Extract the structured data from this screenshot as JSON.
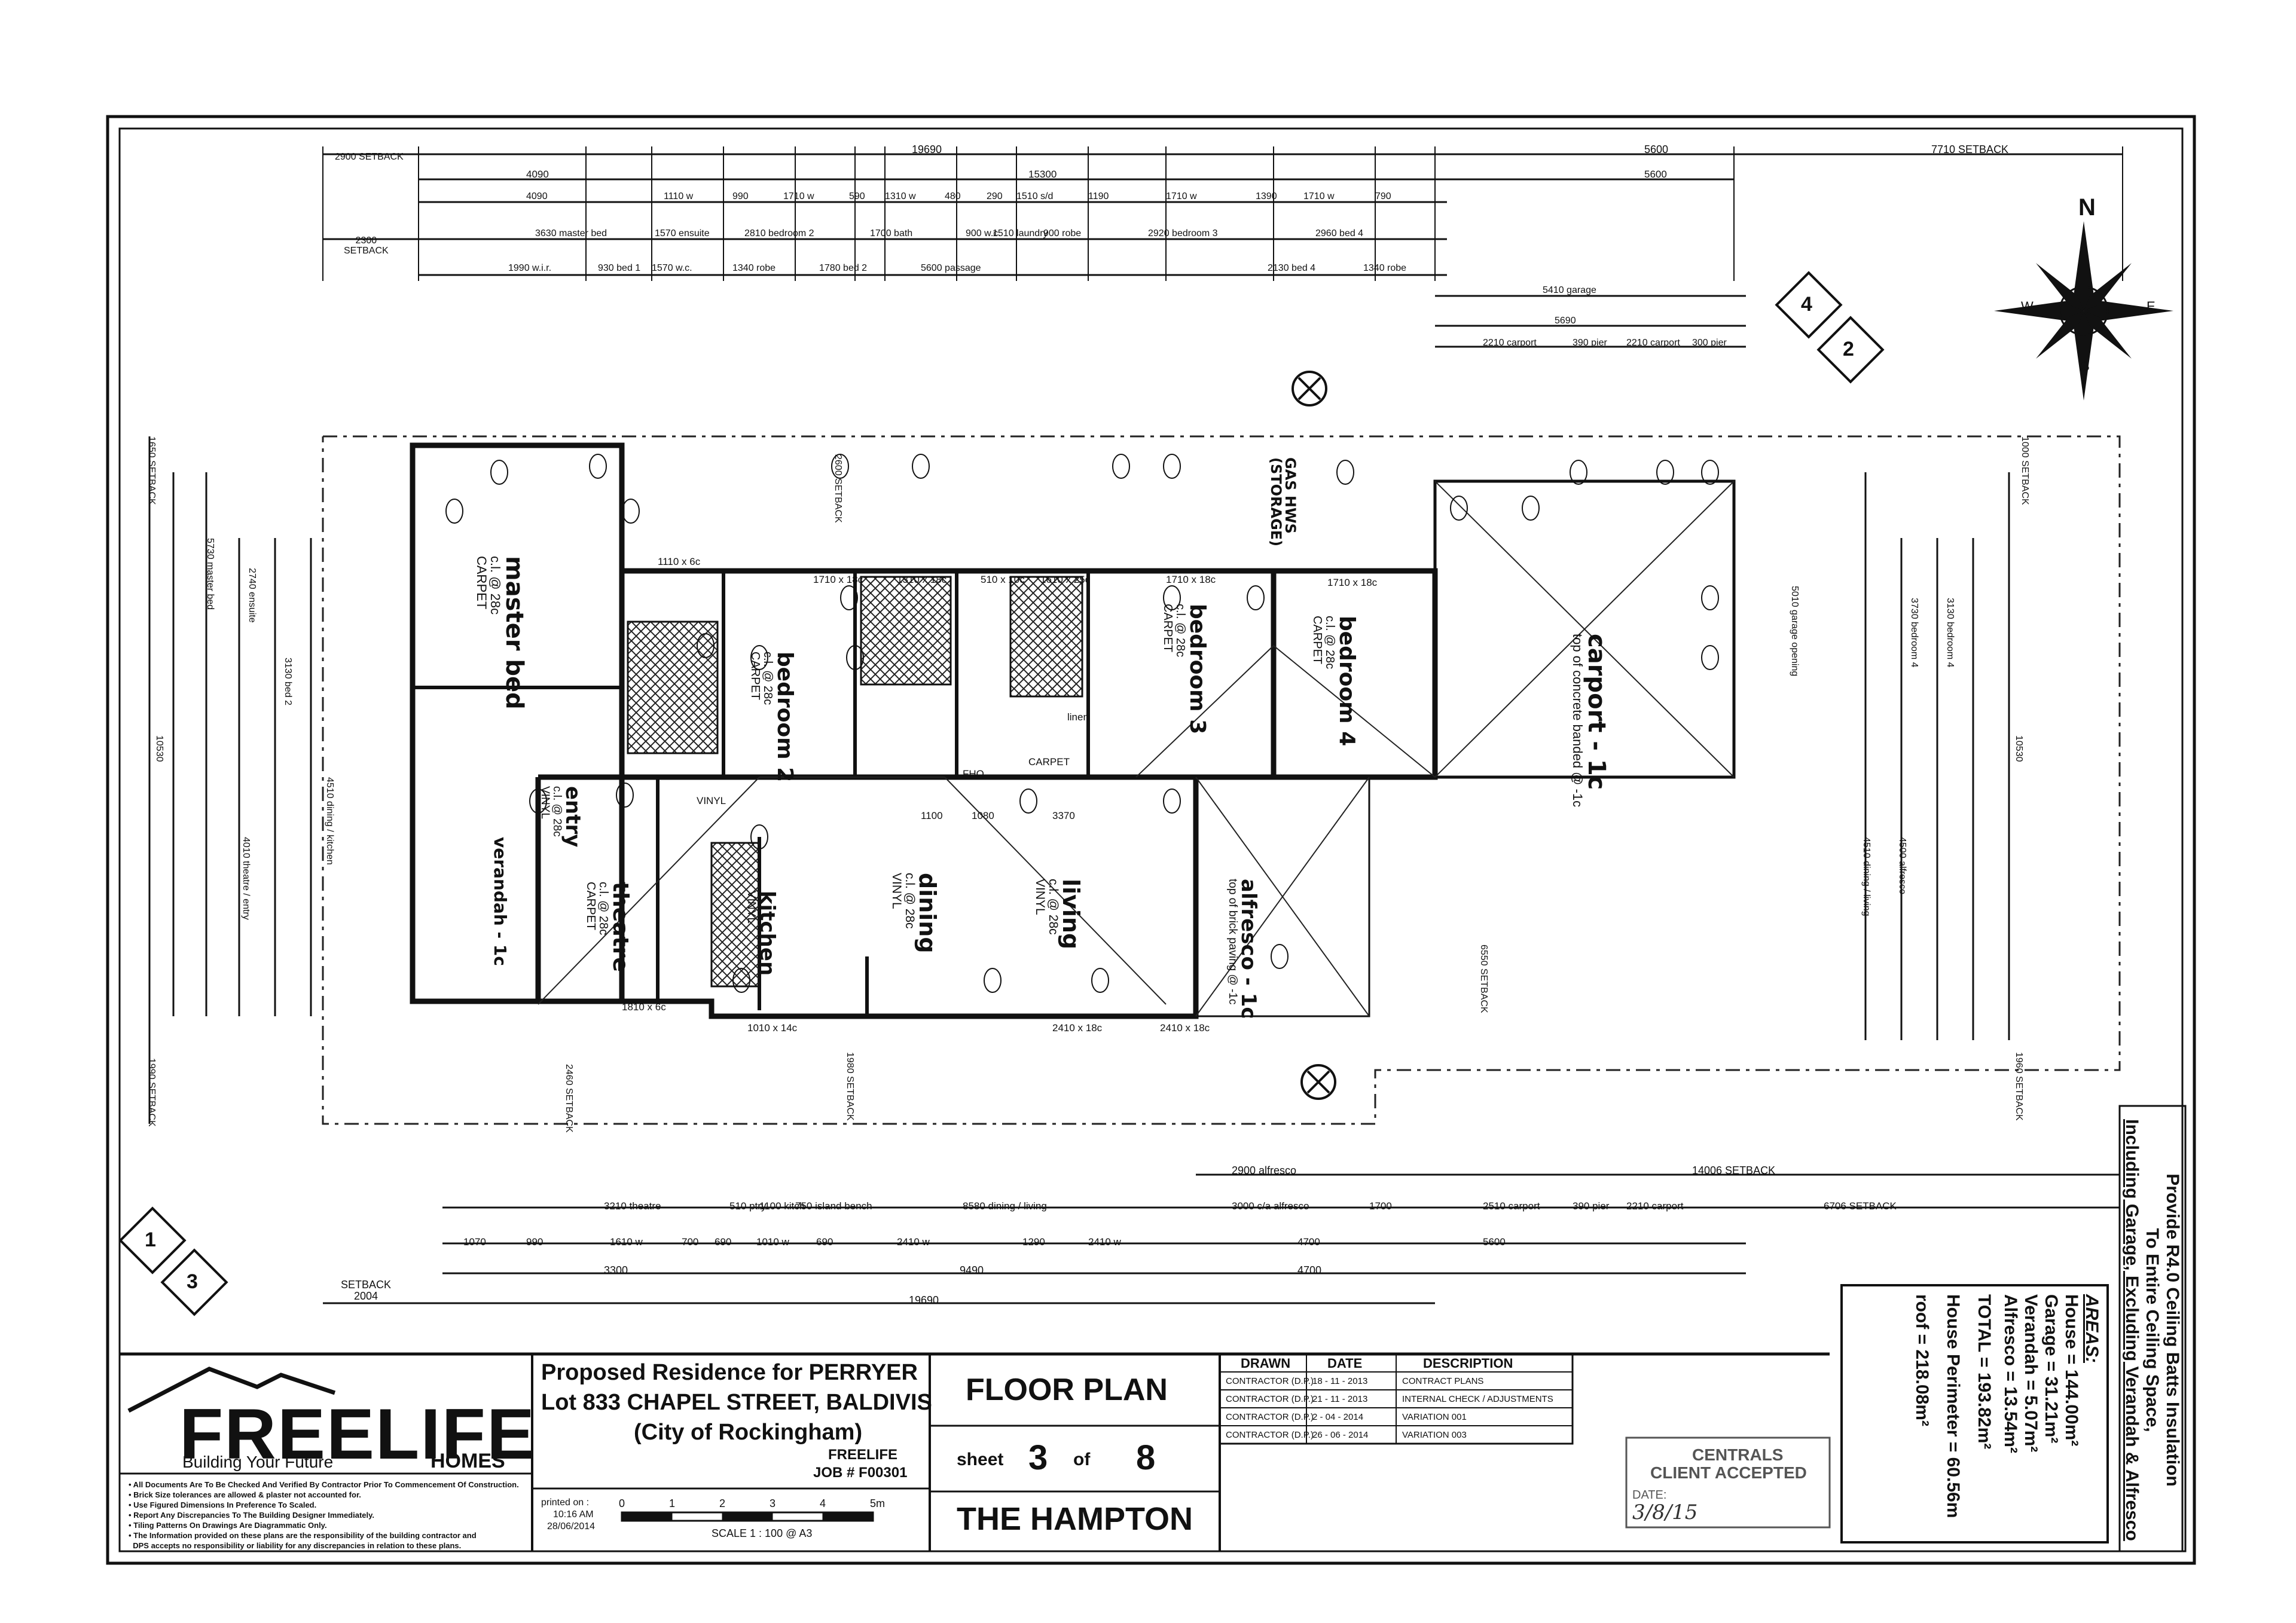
{
  "project": {
    "title_line1": "Proposed Residence for PERRYER",
    "title_line2": "Lot 833 CHAPEL STREET, BALDIVIS",
    "title_line3": "(City of Rockingham)",
    "freelife": "FREELIFE",
    "job": "JOB # F00301"
  },
  "brand": {
    "name": "FREELIFE",
    "tagline": "Building Your Future",
    "homes": "HOMES",
    "color": "#111111"
  },
  "sheet": {
    "name": "FLOOR PLAN",
    "sheet_word": "sheet",
    "number": "3",
    "of_word": "of",
    "total": "8",
    "design": "THE HAMPTON",
    "scale": "SCALE 1 : 100 @ A3",
    "scale_ticks": [
      "0",
      "1",
      "2",
      "3",
      "4",
      "5m"
    ],
    "printed_label": "printed on :",
    "printed_time": "10:16 AM",
    "printed_date": "28/06/2014"
  },
  "revisions": {
    "headers": [
      "DRAWN",
      "DATE",
      "DESCRIPTION"
    ],
    "rows": [
      [
        "CONTRACTOR (D.P.)",
        "18 - 11 - 2013",
        "CONTRACT PLANS"
      ],
      [
        "CONTRACTOR (D.P.)",
        "21 - 11 - 2013",
        "INTERNAL CHECK / ADJUSTMENTS"
      ],
      [
        "CONTRACTOR (D.P.)",
        "2 - 04 - 2014",
        "VARIATION 001"
      ],
      [
        "CONTRACTOR (D.P.)",
        "26 - 06 - 2014",
        "VARIATION 003"
      ]
    ]
  },
  "stamp": {
    "line1": "CENTRALS",
    "line2": "CLIENT ACCEPTED",
    "date_label": "DATE:",
    "date_value": "3/8/15"
  },
  "notes": [
    "• All Documents Are To Be Checked And Verified By Contractor Prior To Commencement Of Construction.",
    "• Brick Size tolerances are allowed & plaster not accounted for.",
    "• Use Figured Dimensions In Preference To Scaled.",
    "• Report Any Discrepancies To The Building Designer Immediately.",
    "• Tiling Patterns On Drawings Are Diagrammatic Only.",
    "• The Information provided on these plans are the responsibility of the building contractor and",
    "  DPS accepts no responsibility or liability for any discrepancies in relation to these plans."
  ],
  "areas": {
    "title": "AREAS:",
    "house": "House = 144.00m²",
    "garage": "Garage = 31.21m²",
    "verandah": "Verandah = 5.07m²",
    "alfresco": "Alfresco = 13.54m²",
    "total": "TOTAL = 193.82m²",
    "perimeter": "House Perimeter = 60.56m",
    "roof": "roof = 218.08m²"
  },
  "insulation": {
    "line1": "Provide R4.0 Ceiling Batts Insulation",
    "line2": "To Entire Ceiling Space,",
    "line3": "Including Garage, Excluding Verandah & Alfresco"
  },
  "compass": {
    "n": "N",
    "s": "S",
    "e": "E",
    "w": "W"
  },
  "elevation_markers": [
    "4",
    "2",
    "1",
    "3"
  ],
  "rooms": [
    {
      "name": "master bed",
      "sub": "c.l. @ 28c\nCARPET"
    },
    {
      "name": "bedroom 2",
      "sub": "c.l. @ 28c\nCARPET"
    },
    {
      "name": "bedroom 3",
      "sub": "c.l. @ 28c\nCARPET"
    },
    {
      "name": "bedroom 4",
      "sub": "c.l. @ 28c\nCARPET"
    },
    {
      "name": "carport - 1c",
      "sub": "top of concrete banded @ -1c"
    },
    {
      "name": "entry",
      "sub": "c.l. @ 28c\nVINYL"
    },
    {
      "name": "theatre",
      "sub": "c.l. @ 28c\nCARPET"
    },
    {
      "name": "kitchen",
      "sub": "VINYL"
    },
    {
      "name": "dining",
      "sub": "c.l. @ 28c\nVINYL"
    },
    {
      "name": "living",
      "sub": "c.l. @ 28c\nVINYL"
    },
    {
      "name": "alfresco - 1c",
      "sub": "top of brick paving @ -1c"
    },
    {
      "name": "verandah - 1c",
      "sub": ""
    },
    {
      "name": "GAS HWS\n(STORAGE)",
      "sub": ""
    }
  ],
  "top_dims": {
    "row1": [
      "2900\nSETBACK",
      "19690",
      "5600",
      "7710 SETBACK"
    ],
    "row2": [
      "4090",
      "15300",
      "5600"
    ],
    "row3": [
      "4090",
      "1110 w",
      "990",
      "1710 w",
      "590",
      "1310 w",
      "480",
      "290",
      "1510 s/d",
      "1190",
      "1710 w",
      "1390",
      "1710 w",
      "790"
    ],
    "row4": [
      "2300\nSETBACK",
      "3630 master bed",
      "1570 ensuite",
      "2810 bedroom 2",
      "1700 bath",
      "900 w.c.",
      "1510 laundry",
      "900 robe",
      "2920 bedroom 3",
      "2960 bed 4"
    ],
    "row5": [
      "1990 w.i.r.",
      "930 bed 1",
      "1570 w.c.",
      "1340 robe",
      "1780 bed 2",
      "5600 passage",
      "2130 bed 4",
      "1340 robe"
    ],
    "garage": [
      "5410 garage",
      "5690",
      "2210 carport",
      "390 pier",
      "2210 carport",
      "300 pier"
    ]
  },
  "bottom_dims": {
    "row1": [
      "2900 alfresco",
      "14006 SETBACK"
    ],
    "row2": [
      "3210 theatre",
      "510 ptry",
      "1100 kitch",
      "750 island bench",
      "8580 dining / living",
      "3000 c/a alfresco",
      "1700",
      "2510 carport",
      "390 pier",
      "2210 carport",
      "6706 SETBACK"
    ],
    "row3": [
      "1070",
      "990",
      "1610 w",
      "700",
      "690",
      "1010 w",
      "690",
      "2410 w",
      "1290",
      "2410 w",
      "4700",
      "5600"
    ],
    "row4": [
      "SETBACK\n2004",
      "19690",
      "3300",
      "9490",
      "4700"
    ]
  },
  "side_labels": {
    "left": [
      "1650 SETBACK",
      "10530",
      "5730 master bed",
      "2740 ensuite",
      "3130 bed 2",
      "4510 dining / kitchen",
      "4010 theatre / entry",
      "1990 SETBACK"
    ],
    "right": [
      "1000 SETBACK",
      "10530",
      "5010 garage opening",
      "3730 bedroom 4",
      "3130 bedroom 4",
      "4510 dining / living",
      "4500 alfresco",
      "1960 SETBACK"
    ],
    "setback_mid": [
      "2600 SETBACK",
      "6550 SETBACK",
      "2460 SETBACK",
      "1980 SETBACK"
    ]
  },
  "misc_labels": [
    "VINYL",
    "CARPET",
    "FHO",
    "linen",
    "1080",
    "3370",
    "1100",
    "2410 x 18c",
    "2410 x 18c",
    "1810 x 6c",
    "1010 x 14c",
    "1710 x 18c",
    "1310 x 18c",
    "510 x 10c",
    "1610 x 25c",
    "1710 x 18c",
    "1710 x 18c",
    "1110 x 6c"
  ]
}
